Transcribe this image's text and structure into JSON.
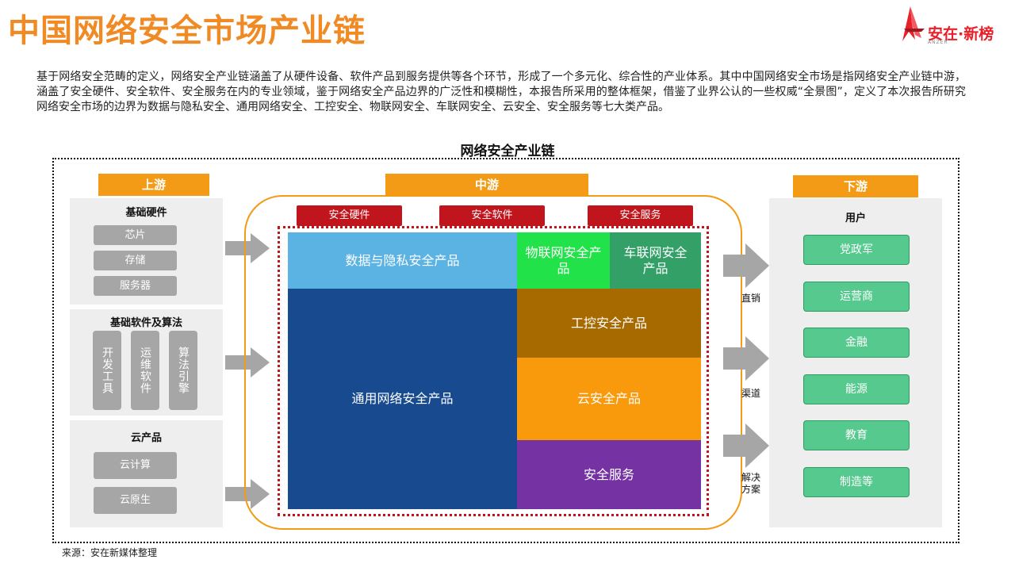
{
  "title": "中国网络安全市场产业链",
  "logo": {
    "name": "安在·新榜",
    "sub": "ANZER"
  },
  "intro": "基于网络安全范畴的定义，网络安全产业链涵盖了从硬件设备、软件产品到服务提供等各个环节，形成了一个多元化、综合性的产业体系。其中中国网络安全市场是指网络安全产业链中游，涵盖了安全硬件、安全软件、安全服务在内的专业领域，鉴于网络安全产品边界的广泛性和模糊性，本报告所采用的整体框架，借鉴了业界公认的一些权威“全景图”，定义了本次报告所研究网络安全市场的边界为数据与隐私安全、通用网络安全、工控安全、物联网安全、车联网安全、云安全、安全服务等七大类产品。",
  "diagram_title": "网络安全产业链",
  "upstream": {
    "label": "上游",
    "hardware": {
      "title": "基础硬件",
      "items": [
        "芯片",
        "存储",
        "服务器"
      ]
    },
    "software": {
      "title": "基础软件及算法",
      "items": [
        "开发工具",
        "运维软件",
        "算法引擎"
      ]
    },
    "cloud": {
      "title": "云产品",
      "items": [
        "云计算",
        "云原生"
      ]
    }
  },
  "midstream": {
    "label": "中游",
    "tags": [
      "安全硬件",
      "安全软件",
      "安全服务"
    ],
    "tiles": {
      "data_privacy": "数据与隐私安全产品",
      "iot": "物联网安全产品",
      "vehicle": "车联网安全产品",
      "general": "通用网络安全产品",
      "ics": "工控安全产品",
      "cloud": "云安全产品",
      "service": "安全服务"
    }
  },
  "channels": [
    "直销",
    "渠道",
    "解决方案"
  ],
  "downstream": {
    "label": "下游",
    "title": "用户",
    "items": [
      "党政军",
      "运营商",
      "金融",
      "能源",
      "教育",
      "制造等"
    ]
  },
  "source": "来源：安在新媒体整理",
  "colors": {
    "accent": "#f39a16",
    "title": "#f08a24",
    "red": "#c0151c",
    "data_privacy": "#5bb3e3",
    "iot": "#22e24a",
    "vehicle": "#33a067",
    "general": "#174a8f",
    "ics": "#a76a00",
    "cloud": "#f89a0c",
    "service": "#7432a3",
    "user": "#55c98e"
  }
}
